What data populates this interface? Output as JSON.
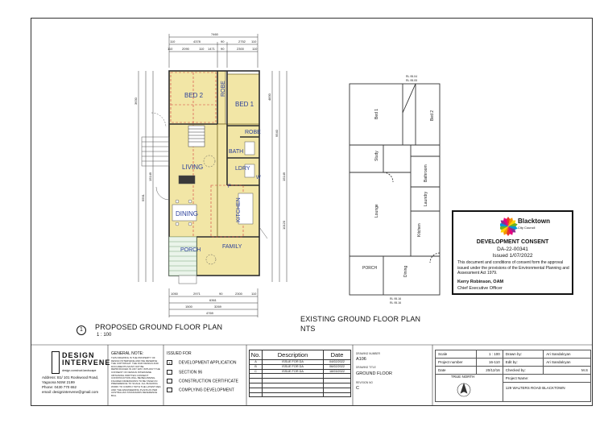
{
  "proposed": {
    "title": "PROPOSED GROUND FLOOR PLAN",
    "scale": "1 : 100",
    "view_number": "1",
    "rooms": {
      "bed2": "BED 2",
      "robe1": "ROBE",
      "bed1": "BED 1",
      "robe2": "ROBE",
      "bath": "BATH",
      "living": "LIVING",
      "ldry": "LDRY",
      "dining": "DINING",
      "kitchen": "KITCHEN",
      "porch": "PORCH",
      "family": "FAMILY",
      "f": "F",
      "w": "W"
    },
    "dims_top": {
      "overall": "7460",
      "row2": [
        "110",
        "4378",
        "90",
        "2752",
        "110"
      ],
      "row3": [
        "110",
        "2090",
        "110",
        "1471",
        "90",
        "2300",
        "110"
      ]
    },
    "dims_bottom": {
      "row1": [
        "1050",
        "2971",
        "90",
        "2300",
        "110"
      ],
      "row2": "6361",
      "row3": [
        "1500",
        "3269"
      ],
      "row4": "4769"
    },
    "dims_left": [
      "3630",
      "5591",
      "15149"
    ],
    "dims_right": [
      "4830",
      "9540",
      "15149",
      "10120"
    ]
  },
  "existing": {
    "title": "EXISTING GROUND FLOOR PLAN",
    "subtitle": "NTS",
    "rooms": {
      "bed1": "Bed 1",
      "bed2": "Bed 2",
      "study": "Study",
      "bathroom": "Bathroom",
      "lounge": "Lounge",
      "laundry": "Laundry",
      "kitchen": "Kitchen",
      "porch": "PORCH",
      "dining": "Dining"
    },
    "levels_top": [
      "RL 95.04",
      "RL 95.05"
    ],
    "levels_bottom": [
      "RL 95.16",
      "RL 95.16"
    ]
  },
  "consent": {
    "council": "Blacktown",
    "council_sub": "City Council",
    "title": "DEVELOPMENT CONSENT",
    "number": "DA-22-00341",
    "issued": "Issued 1/07/2022",
    "text": "This document and conditions of consent form the approval issued under the provisions of the Environmental Planning and Assessment Act 1979.",
    "name": "Kerry Robinson, OAM",
    "role": "Chief Executive Officer",
    "logo_colors": [
      "#e8332a",
      "#f39200",
      "#ffd400",
      "#6ab023",
      "#0095d9",
      "#8a2d8f",
      "#e6007e"
    ]
  },
  "title_block": {
    "company": "DESIGN\nINTERVENE",
    "company_line1": "DESIGN",
    "company_line2": "INTERVENE",
    "tagline": "design.construct.landscape",
    "address": "Address: B1/ 101 Rookwood Road, Yagoona NSW 2199",
    "phone": "Phone: 0430 770 652",
    "email": "email: designintervene@gmail.com",
    "general_note_head": "GENERAL NOTE:",
    "general_note_body": "THIS DRAWING IS THE PROPERTY OF DESIGN INTERVENE AND WE RESERVE THE COPYRIGHT. THE OUR DESIGN AND DOCUMENTS MUST NOT BE REPRODUCED IN ANY WAY WITHOUT THE CONSENT OF DESIGN INTERVENE. OBTAINING WRITTEN CONSENT CONSTRUCTION WILL BE BEGINNING. FIGURED DIMENSIONS TO BE TAKEN IN PREFERENCE TO SCALE. ALL BUILDING WORK TO COMPLY WITH THE LATEST REA AND THE ENGINEERING PLANS AS PER AUSTRALIAN STANDARDS REFERENCE BCA.",
    "issued_for_head": "ISSUED FOR",
    "issued_for": [
      {
        "label": "DEVELOPMENT APPLICATION",
        "mark": "X"
      },
      {
        "label": "SECTION 96",
        "mark": ""
      },
      {
        "label": "CONSTRUCTION CERTIFICATE",
        "mark": ""
      },
      {
        "label": "COMPLYING DEVELOPMENT",
        "mark": ""
      }
    ],
    "revisions_headers": [
      "No.",
      "Description",
      "Date"
    ],
    "revisions": [
      [
        "A",
        "ISSUE FOR DA",
        "04/02/2022"
      ],
      [
        "B",
        "ISSUE FOR DA",
        "06/02/2022"
      ],
      [
        "C",
        "ISSUE FOR DA",
        "18/03/2022"
      ],
      [
        "",
        "",
        ""
      ],
      [
        "",
        "",
        ""
      ],
      [
        "",
        "",
        ""
      ],
      [
        "",
        "",
        ""
      ],
      [
        "",
        "",
        ""
      ]
    ],
    "drawing_number_label": "DRAWING NUMBER",
    "drawing_number": "A106",
    "drawing_title_label": "DRAWING TITLE",
    "drawing_title": "GROUND FLOOR",
    "revision_no_label": "REVISION NO",
    "revision_no": "C",
    "scale_label": "Scale",
    "scale": "1 : 100",
    "project_number_label": "Project number",
    "project_number": "16-110",
    "date_label": "Date",
    "date": "20/12/16",
    "drawn_by_label": "Drawn by:",
    "drawn_by": "Ari Sandalcyan",
    "edit_by_label": "Edit by:",
    "edit_by": "Ari Sandalcyan",
    "checked_by_label": "Checked by:",
    "checked_by": "M.S",
    "true_north_label": "TRUE NORTH",
    "project_name_label": "Project Name:",
    "project_name": "129 WALTERS ROAD BLACKTOWN"
  }
}
